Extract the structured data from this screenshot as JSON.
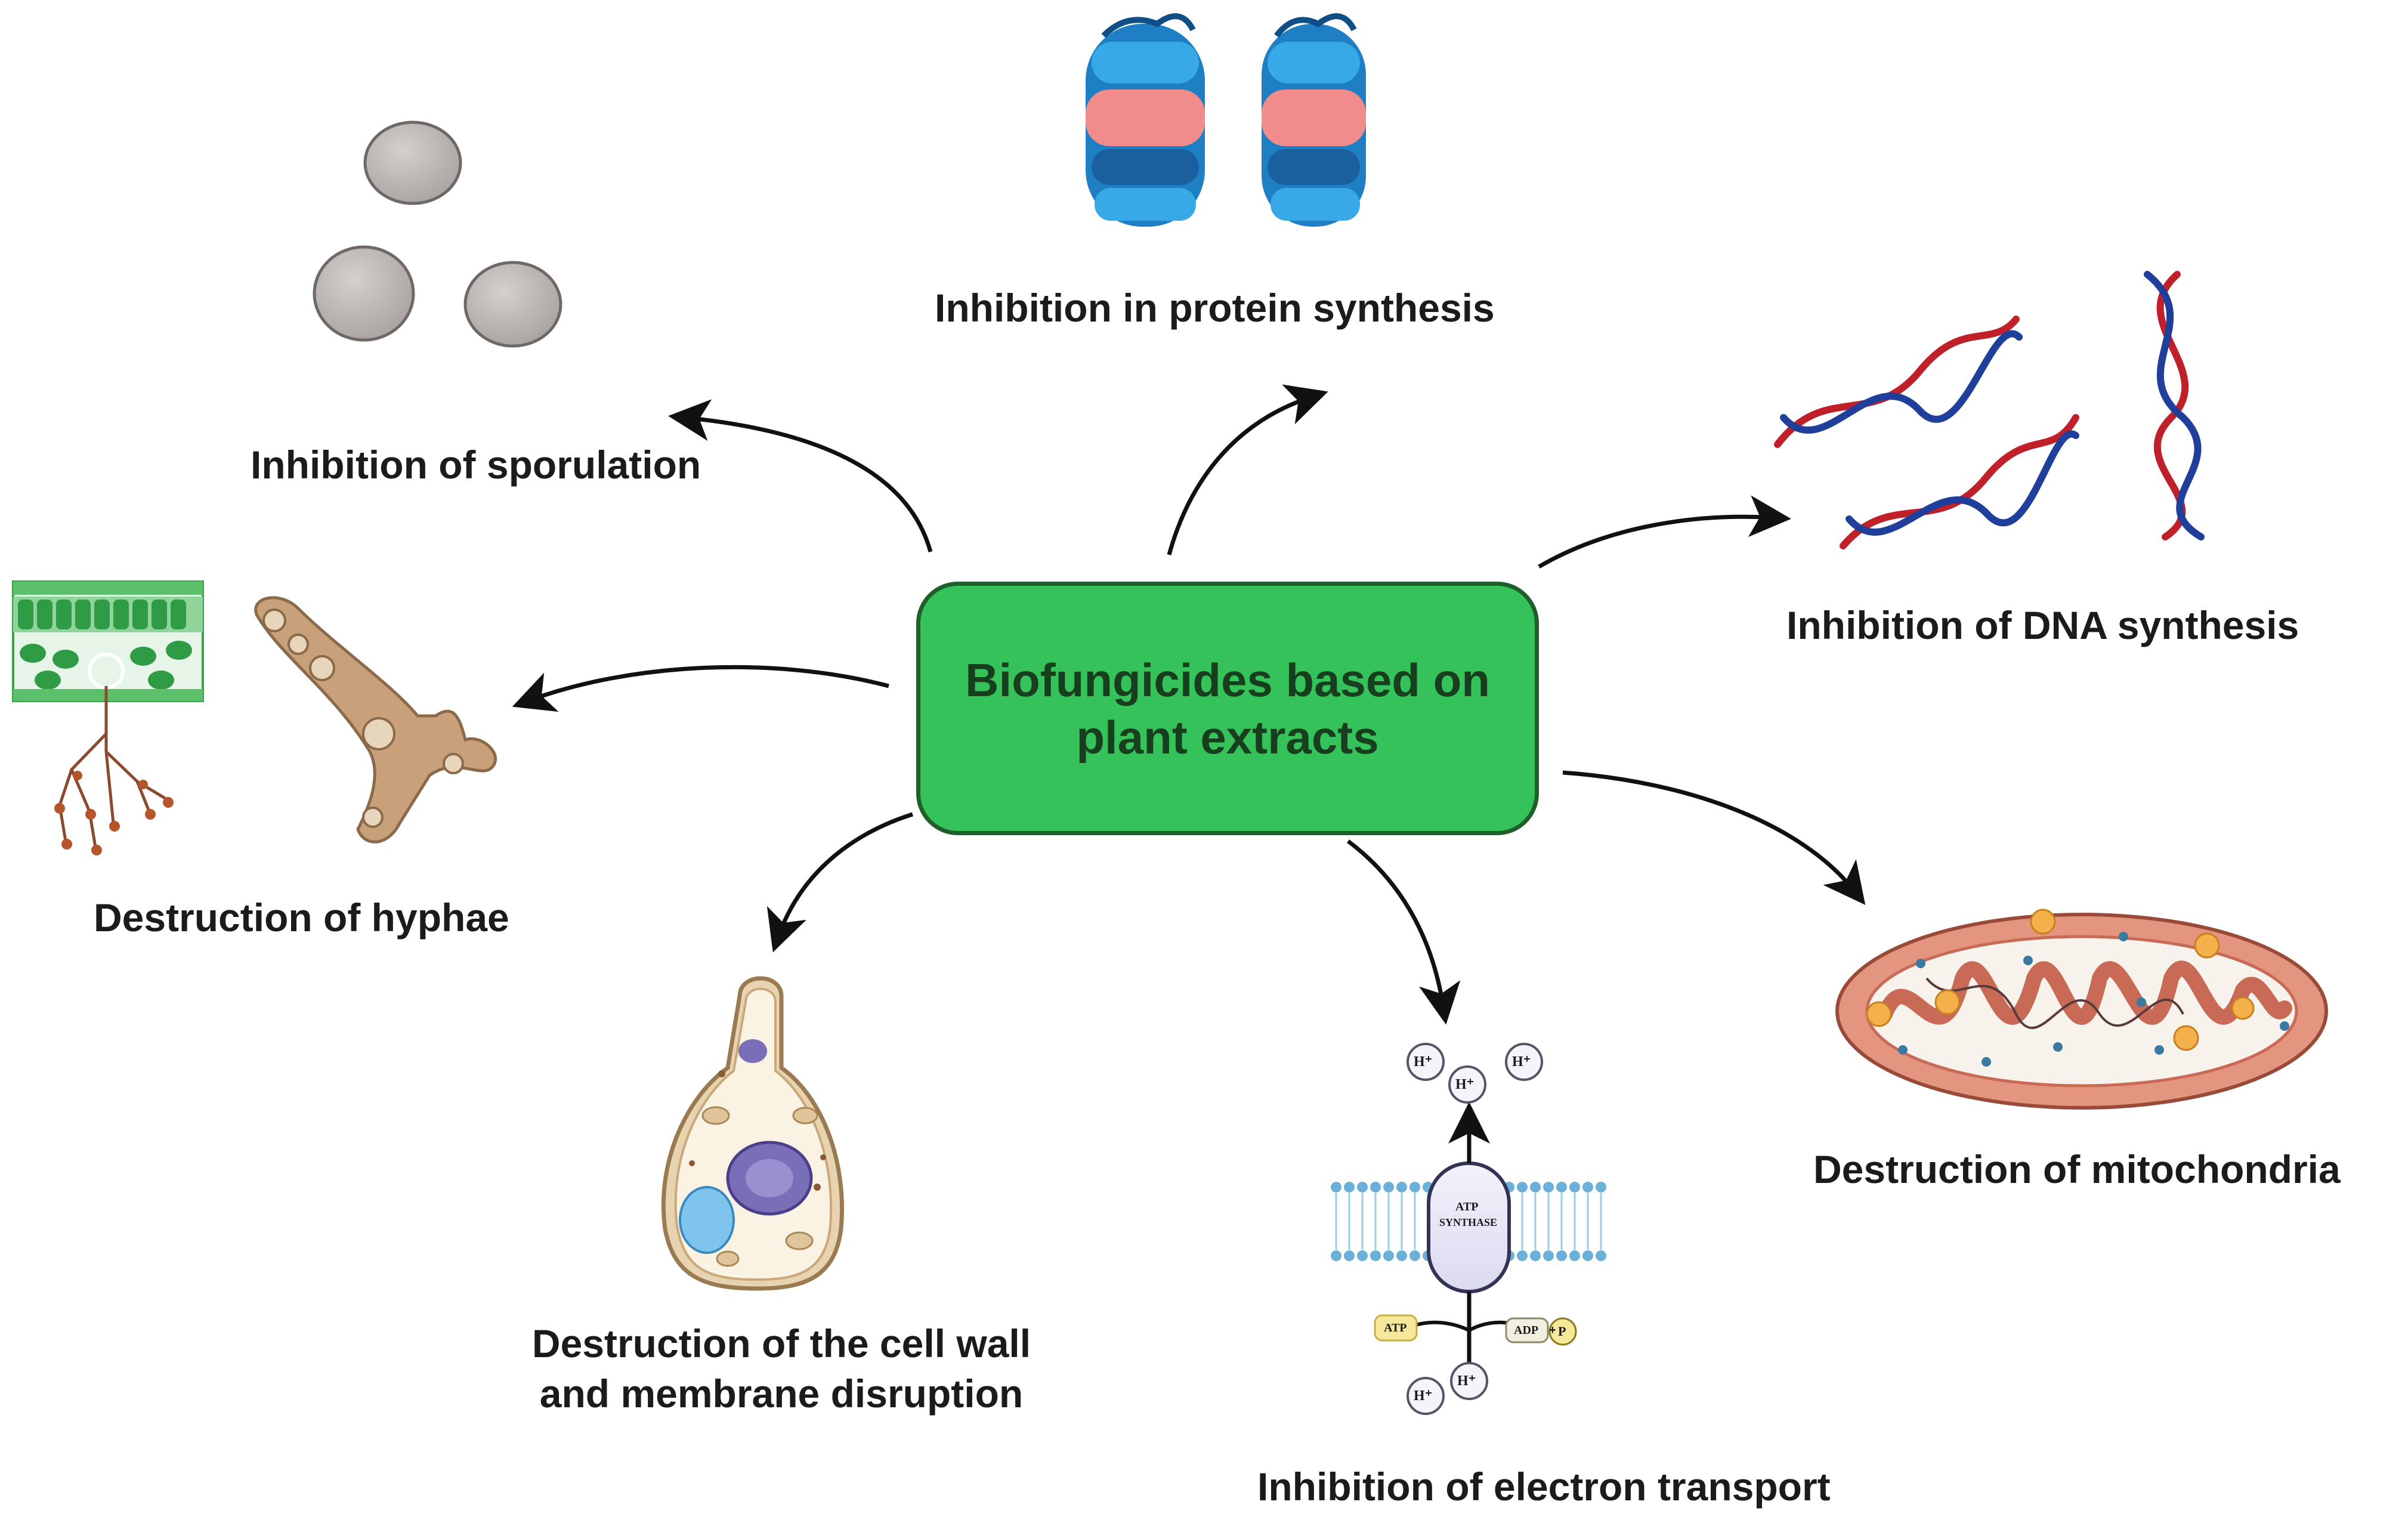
{
  "center": {
    "line1": "Biofungicides based on",
    "line2": "plant extracts"
  },
  "mechanisms": {
    "protein": "Inhibition in protein synthesis",
    "sporulation": "Inhibition of sporulation",
    "dna": "Inhibition of DNA synthesis",
    "hyphae": "Destruction of hyphae",
    "mitochondria": "Destruction of mitochondria",
    "cellwall_line1": "Destruction of the cell wall",
    "cellwall_line2": "and membrane disruption",
    "electron": "Inhibition of electron transport"
  },
  "atp_diagram": {
    "proton_label": "H⁺",
    "synthase_line1": "ATP",
    "synthase_line2": "SYNTHASE",
    "atp_label": "ATP",
    "adp_label": "ADP",
    "plus": "+",
    "pi_label": "P"
  },
  "colors": {
    "hub_fill": "#35c25a",
    "hub_border": "#1f5f2a",
    "hub_text": "#173f1e",
    "arrow": "#111111",
    "protein_blue": "#1f7fc4",
    "protein_pink": "#f08c8c",
    "dna_red": "#c0202a",
    "dna_blue": "#1f3f9a",
    "spore": "#bdb8b6",
    "hyphae": "#c8a07a",
    "mito_outer": "#e39580",
    "mito_inner": "#f7f3ec",
    "vesicle": "#f4b04a",
    "cell_wall": "#d9b98e",
    "nucleus": "#7a6eb8"
  },
  "icons": [
    "spore-icon",
    "protein-icon",
    "dna-icon",
    "hyphae-icon",
    "mitochondria-icon",
    "cell-icon",
    "atp-synthase-icon"
  ]
}
